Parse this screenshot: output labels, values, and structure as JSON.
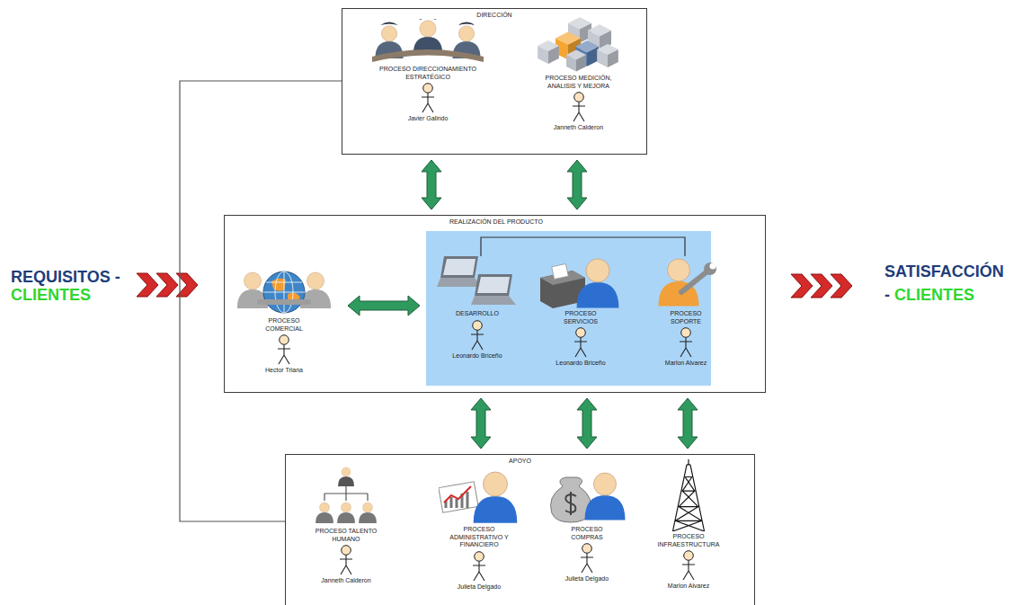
{
  "diagram": {
    "nodes": [
      {
        "text": [
          "DIRECCIÓN"
        ]
      },
      {
        "text": [
          "PROCESO DIRECCIONAMIENTO ESTRATÉGICO",
          "Javier Galindo"
        ],
        "in": 0
      },
      {
        "text": [
          "PROCESO MEDICIÓN, ANALISIS Y MEJORA",
          "Janneth Calderon"
        ],
        "in": 0
      },
      {
        "text": [
          "REALIZACIÓN DEL PRODUCTO"
        ]
      },
      {
        "text": [
          "PROCESO COMERCIAL",
          "Hector Triana"
        ],
        "in": 3
      },
      {
        "text": [
          "DESARROLLO",
          "Leonardo Briceño"
        ],
        "in": 3
      },
      {
        "text": [
          "PROCESO SERVICIOS",
          "Leonardo Briceño"
        ],
        "in": 3
      },
      {
        "text": [
          "PROCESO SOPORTE",
          "Marlon Alvarez"
        ],
        "in": 3
      },
      {
        "text": [
          "APOYO"
        ]
      },
      {
        "text": [
          "PROCESO TALENTO HUMANO",
          "Janneth Calderon"
        ],
        "in": 8
      },
      {
        "text": [
          "PROCESO ADMINISTRATIVO Y FINANCIERO",
          "Julieta Delgado"
        ],
        "in": 8
      },
      {
        "text": [
          "PROCESO COMPRAS",
          "Julieta Delgado"
        ],
        "in": 8
      },
      {
        "text": [
          "PROCESO INFRAESTRUCTURA",
          "Marlon Alvarez"
        ],
        "in": 8
      }
    ],
    "edges": [
      {
        "from": 0,
        "to": 3,
        "arrow": "both"
      },
      {
        "from": 0,
        "to": 3,
        "arrow": "both"
      },
      {
        "from": 4,
        "to": 5,
        "arrow": "both"
      },
      {
        "from": 3,
        "to": 8,
        "arrow": "both"
      },
      {
        "from": 3,
        "to": 8,
        "arrow": "both"
      },
      {
        "from": 3,
        "to": 8,
        "arrow": "both"
      },
      {
        "from": 5,
        "to": 7,
        "arrow": "none"
      },
      {
        "from": 0,
        "to": 8,
        "arrow": "none"
      }
    ],
    "labels": [
      "REQUISITOS -",
      "CLIENTES",
      "SATISFACCIÓN",
      "-",
      "CLIENTES"
    ]
  }
}
